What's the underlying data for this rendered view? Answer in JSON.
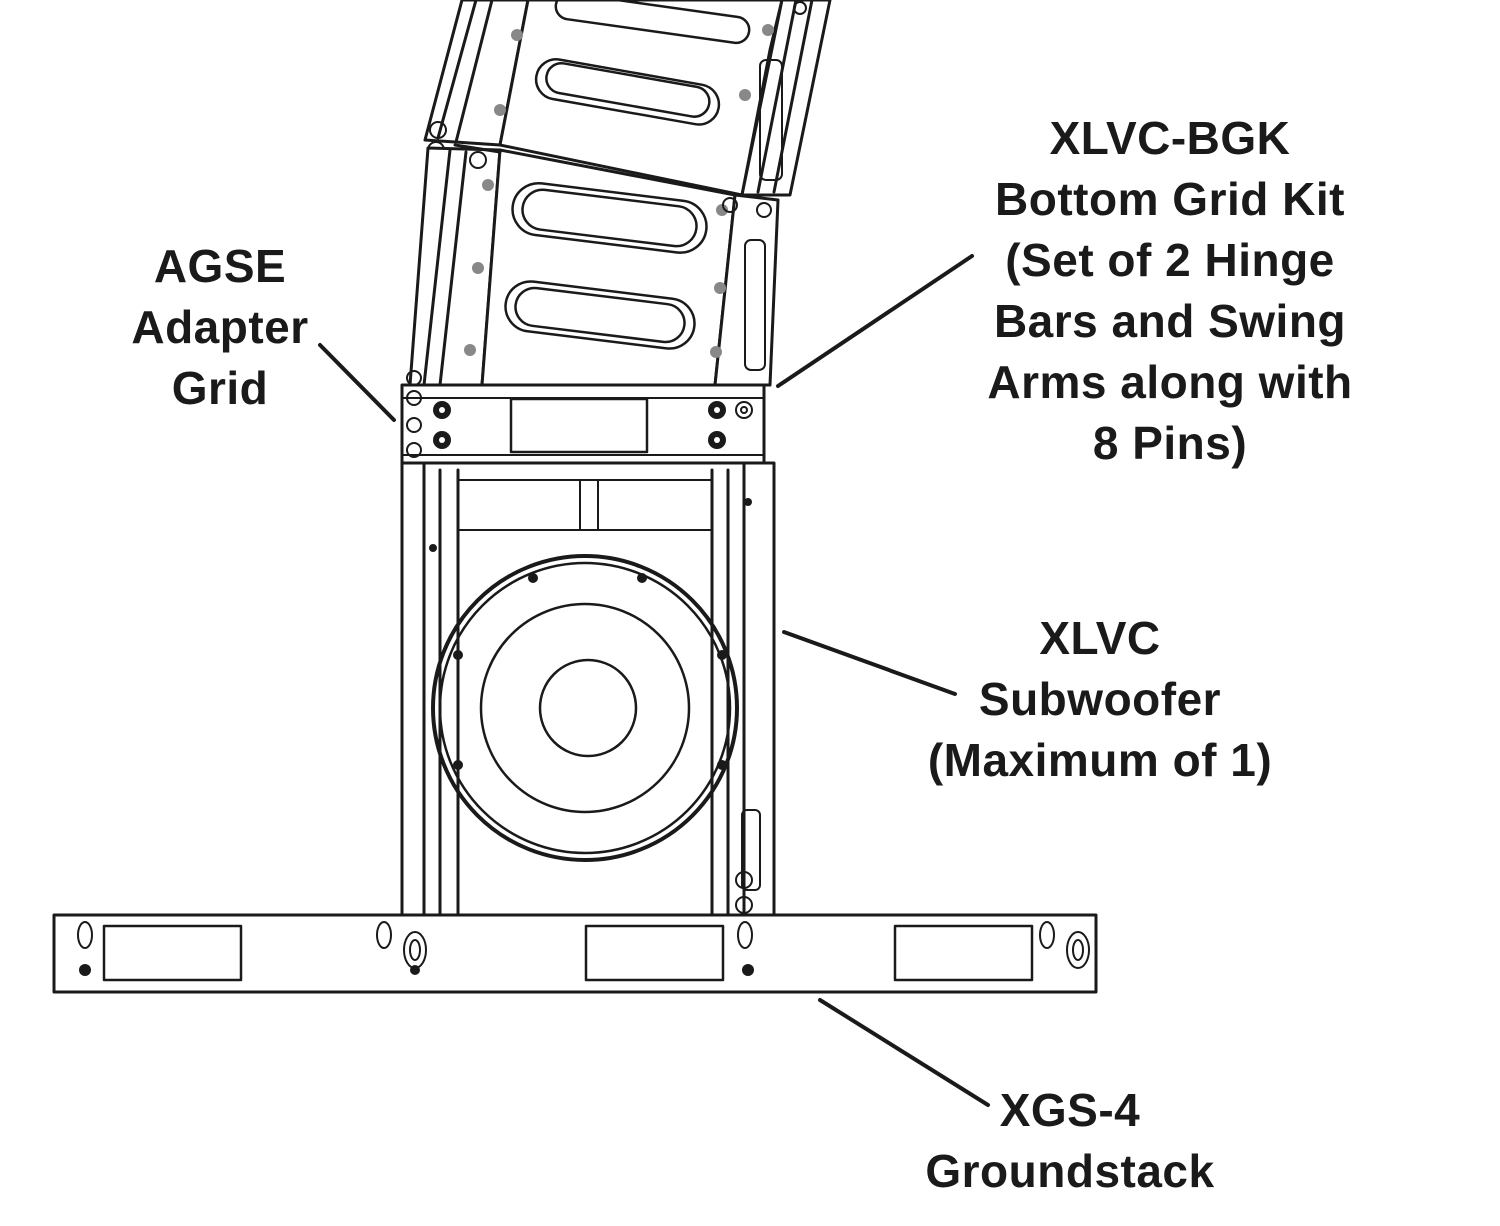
{
  "labels": {
    "agse": [
      "AGSE",
      "Adapter",
      "Grid"
    ],
    "bgk": [
      "XLVC-BGK",
      "Bottom Grid Kit",
      "(Set of 2 Hinge",
      "Bars and Swing",
      "Arms along with",
      "8 Pins)"
    ],
    "subwoofer": [
      "XLVC",
      "Subwoofer",
      "(Maximum of 1)"
    ],
    "groundstack": [
      "XGS-4",
      "Groundstack"
    ]
  },
  "colors": {
    "line": "#1a1a1a",
    "background": "#ffffff"
  }
}
